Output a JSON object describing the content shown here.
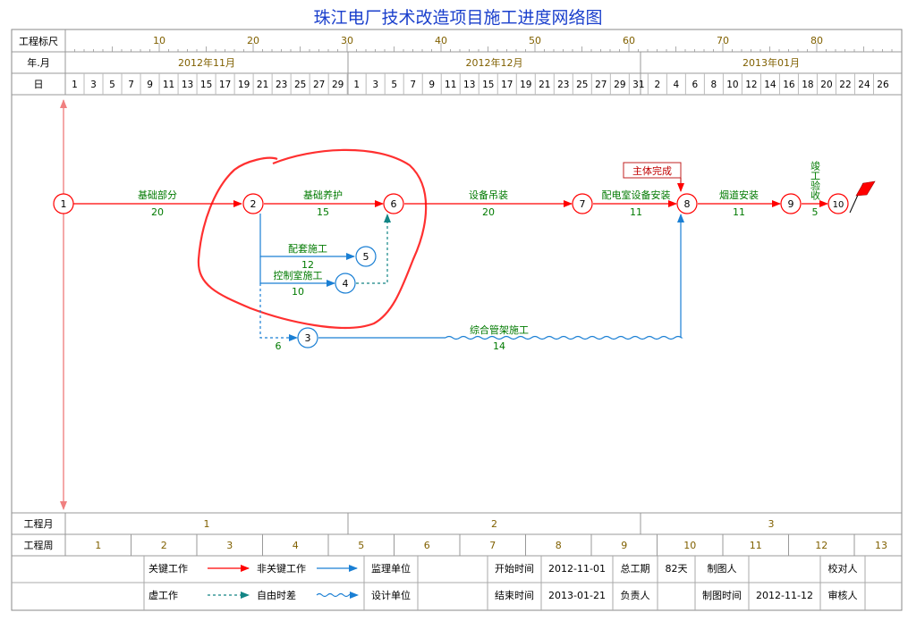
{
  "title": "珠江电厂技术改造项目施工进度网络图",
  "header": {
    "scale_label": "工程标尺",
    "scale_ticks": [
      "10",
      "20",
      "30",
      "40",
      "50",
      "60",
      "70",
      "80"
    ],
    "month_label": "年.月",
    "months": [
      "2012年11月",
      "2012年12月",
      "2013年01月"
    ],
    "day_label": "日",
    "days": [
      "1",
      "3",
      "5",
      "7",
      "9",
      "11",
      "13",
      "15",
      "17",
      "19",
      "21",
      "23",
      "25",
      "27",
      "29",
      "1",
      "3",
      "5",
      "7",
      "9",
      "11",
      "13",
      "15",
      "17",
      "19",
      "21",
      "23",
      "25",
      "27",
      "29",
      "31",
      "2",
      "4",
      "6",
      "8",
      "10",
      "12",
      "14",
      "16",
      "18",
      "20",
      "22",
      "24",
      "26"
    ]
  },
  "footer": {
    "month_label": "工程月",
    "months": [
      "1",
      "2",
      "3"
    ],
    "week_label": "工程周",
    "weeks": [
      "1",
      "2",
      "3",
      "4",
      "5",
      "6",
      "7",
      "8",
      "9",
      "10",
      "11",
      "12",
      "13"
    ]
  },
  "network": {
    "nodes": [
      {
        "id": "1",
        "critical": true
      },
      {
        "id": "2",
        "critical": true
      },
      {
        "id": "3",
        "critical": false
      },
      {
        "id": "4",
        "critical": false
      },
      {
        "id": "5",
        "critical": false
      },
      {
        "id": "6",
        "critical": true
      },
      {
        "id": "7",
        "critical": true
      },
      {
        "id": "8",
        "critical": true
      },
      {
        "id": "9",
        "critical": true
      },
      {
        "id": "10",
        "critical": true
      }
    ],
    "activities": [
      {
        "name": "基础部分",
        "duration": "20",
        "from": "1",
        "to": "2",
        "critical": true
      },
      {
        "name": "基础养护",
        "duration": "15",
        "from": "2",
        "to": "6",
        "critical": true
      },
      {
        "name": "设备吊装",
        "duration": "20",
        "from": "6",
        "to": "7",
        "critical": true
      },
      {
        "name": "配电室设备安装",
        "duration": "11",
        "from": "7",
        "to": "8",
        "critical": true
      },
      {
        "name": "烟道安装",
        "duration": "11",
        "from": "8",
        "to": "9",
        "critical": true
      },
      {
        "name": "竣工验收",
        "duration": "5",
        "from": "9",
        "to": "10",
        "critical": true
      },
      {
        "name": "配套施工",
        "duration": "12",
        "from": "2",
        "to": "5",
        "critical": false
      },
      {
        "name": "控制室施工",
        "duration": "10",
        "from": "2",
        "to": "4",
        "critical": false
      },
      {
        "name": "综合管架施工",
        "duration": "14",
        "from": "3",
        "to": "8",
        "critical": false
      }
    ],
    "dummy_duration": "6",
    "milestone": "主体完成"
  },
  "legend": {
    "critical": "关键工作",
    "noncritical": "非关键工作",
    "dummy": "虚工作",
    "free_float": "自由时差",
    "supervisor": "监理单位",
    "designer": "设计单位",
    "start_label": "开始时间",
    "start_value": "2012-11-01",
    "end_label": "结束时间",
    "end_value": "2013-01-21",
    "total_label": "总工期",
    "total_value": "82天",
    "owner_label": "负责人",
    "drawer_label": "制图人",
    "draw_time_label": "制图时间",
    "draw_time_value": "2012-11-12",
    "checker_label": "校对人",
    "reviewer_label": "审核人"
  },
  "colors": {
    "critical": "#ff0000",
    "noncritical": "#1a7fd4",
    "dummy": "#1aa0a0",
    "label_text": "#007a00",
    "header_text": "#806000",
    "title_text": "#1a3fcc",
    "circle_annotation": "#ff3030"
  }
}
